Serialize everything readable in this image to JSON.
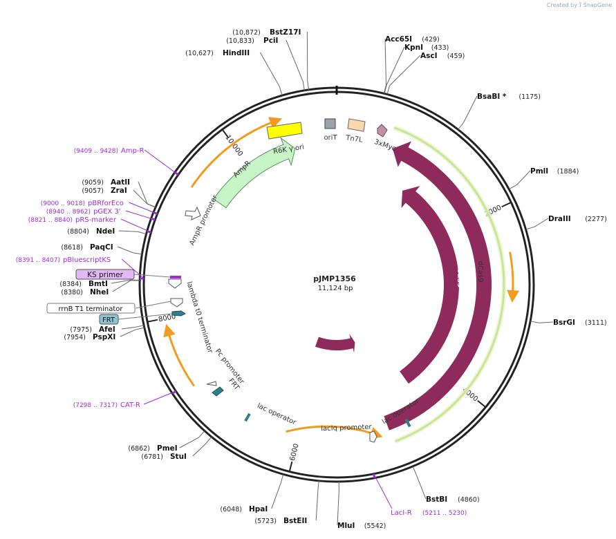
{
  "credit": {
    "created_by": "Created by",
    "brand": "SnapGene"
  },
  "plasmid": {
    "name": "pJMP1356",
    "size_label": "11,124 bp",
    "length": 11124
  },
  "ticks": [
    {
      "pos": 2000,
      "label": "2000"
    },
    {
      "pos": 4000,
      "label": "4000"
    },
    {
      "pos": 6000,
      "label": "6000"
    },
    {
      "pos": 8000,
      "label": "8000"
    },
    {
      "pos": 10000,
      "label": "10,000"
    }
  ],
  "sites": [
    {
      "name": "Acc65I",
      "pos": 429,
      "pos_label": "(429)"
    },
    {
      "name": "KpnI",
      "pos": 433,
      "pos_label": "(433)"
    },
    {
      "name": "AscI",
      "pos": 459,
      "pos_label": "(459)"
    },
    {
      "name": "BsaBI *",
      "pos": 1175,
      "pos_label": "(1175)"
    },
    {
      "name": "PmlI",
      "pos": 1884,
      "pos_label": "(1884)"
    },
    {
      "name": "DraIII",
      "pos": 2277,
      "pos_label": "(2277)"
    },
    {
      "name": "BsrGI",
      "pos": 3111,
      "pos_label": "(3111)"
    },
    {
      "name": "BstBI",
      "pos": 4860,
      "pos_label": "(4860)"
    },
    {
      "name": "MluI",
      "pos": 5542,
      "pos_label": "(5542)"
    },
    {
      "name": "BstEII",
      "pos": 5723,
      "pos_label": "(5723)"
    },
    {
      "name": "HpaI",
      "pos": 6048,
      "pos_label": "(6048)"
    },
    {
      "name": "StuI",
      "pos": 6781,
      "pos_label": "(6781)"
    },
    {
      "name": "PmeI",
      "pos": 6862,
      "pos_label": "(6862)"
    },
    {
      "name": "PspXI",
      "pos": 7954,
      "pos_label": "(7954)"
    },
    {
      "name": "AfeI",
      "pos": 7975,
      "pos_label": "(7975)"
    },
    {
      "name": "NheI",
      "pos": 8380,
      "pos_label": "(8380)"
    },
    {
      "name": "BmtI",
      "pos": 8384,
      "pos_label": "(8384)"
    },
    {
      "name": "PaqCI",
      "pos": 8618,
      "pos_label": "(8618)"
    },
    {
      "name": "NdeI",
      "pos": 8804,
      "pos_label": "(8804)"
    },
    {
      "name": "ZraI",
      "pos": 9057,
      "pos_label": "(9057)"
    },
    {
      "name": "AatII",
      "pos": 9059,
      "pos_label": "(9059)"
    },
    {
      "name": "HindIII",
      "pos": 10627,
      "pos_label": "(10,627)"
    },
    {
      "name": "PciI",
      "pos": 10833,
      "pos_label": "(10,833)"
    },
    {
      "name": "BstZ17I",
      "pos": 10872,
      "pos_label": "(10,872)"
    }
  ],
  "primers": [
    {
      "name": "Amp-R",
      "range": "(9409 .. 9428)",
      "pos": 9418
    },
    {
      "name": "pBRforEco",
      "range": "(9000 .. 9018)",
      "pos": 9009
    },
    {
      "name": "pGEX 3'",
      "range": "(8940 .. 8962)",
      "pos": 8951
    },
    {
      "name": "pRS-marker",
      "range": "(8821 .. 8840)",
      "pos": 8830
    },
    {
      "name": "pBluescriptKS",
      "range": "(8391 .. 8407)",
      "pos": 8399
    },
    {
      "name": "CAT-R",
      "range": "(7298 .. 7317)",
      "pos": 7307
    },
    {
      "name": "LacI-R",
      "range": "(5211 .. 5230)",
      "pos": 5220
    }
  ],
  "boxed_features": [
    {
      "name": "KS primer",
      "kind": "primer"
    },
    {
      "name": "rrnB T1 terminator",
      "kind": "terminator"
    },
    {
      "name": "FRT",
      "kind": "frt"
    }
  ],
  "features": [
    {
      "name": "Cas9",
      "color": "#8e2b5c"
    },
    {
      "name": "dCas9",
      "color": "#8e2b5c"
    },
    {
      "name": "lacI",
      "color": "#8e2b5c"
    },
    {
      "name": "AmpR",
      "color": "#c8f5c8"
    },
    {
      "name": "AmpR promoter",
      "color": "#ffffff"
    },
    {
      "name": "R6K γ ori",
      "color": "#ffff00"
    },
    {
      "name": "oriT",
      "color": "#9ba3ad"
    },
    {
      "name": "Tn7L",
      "color": "#fbd7b0"
    },
    {
      "name": "3xMyc",
      "color": "#c88ea8"
    },
    {
      "name": "lambda t0 terminator",
      "color": "#ffffff"
    },
    {
      "name": "Pc promoter",
      "color": "#ffffff"
    },
    {
      "name": "FRT",
      "color": "#2f7e8c"
    },
    {
      "name": "lac operator",
      "color": "#2f7e8c"
    },
    {
      "name": "lacIq promoter",
      "color": "#ffffff"
    }
  ],
  "colors": {
    "backbone": "#222222",
    "primer": "#9d2bd6",
    "orange_orf": "#f29b1d",
    "green_orf": "#84c21e",
    "feature_main": "#8e2b5c"
  }
}
